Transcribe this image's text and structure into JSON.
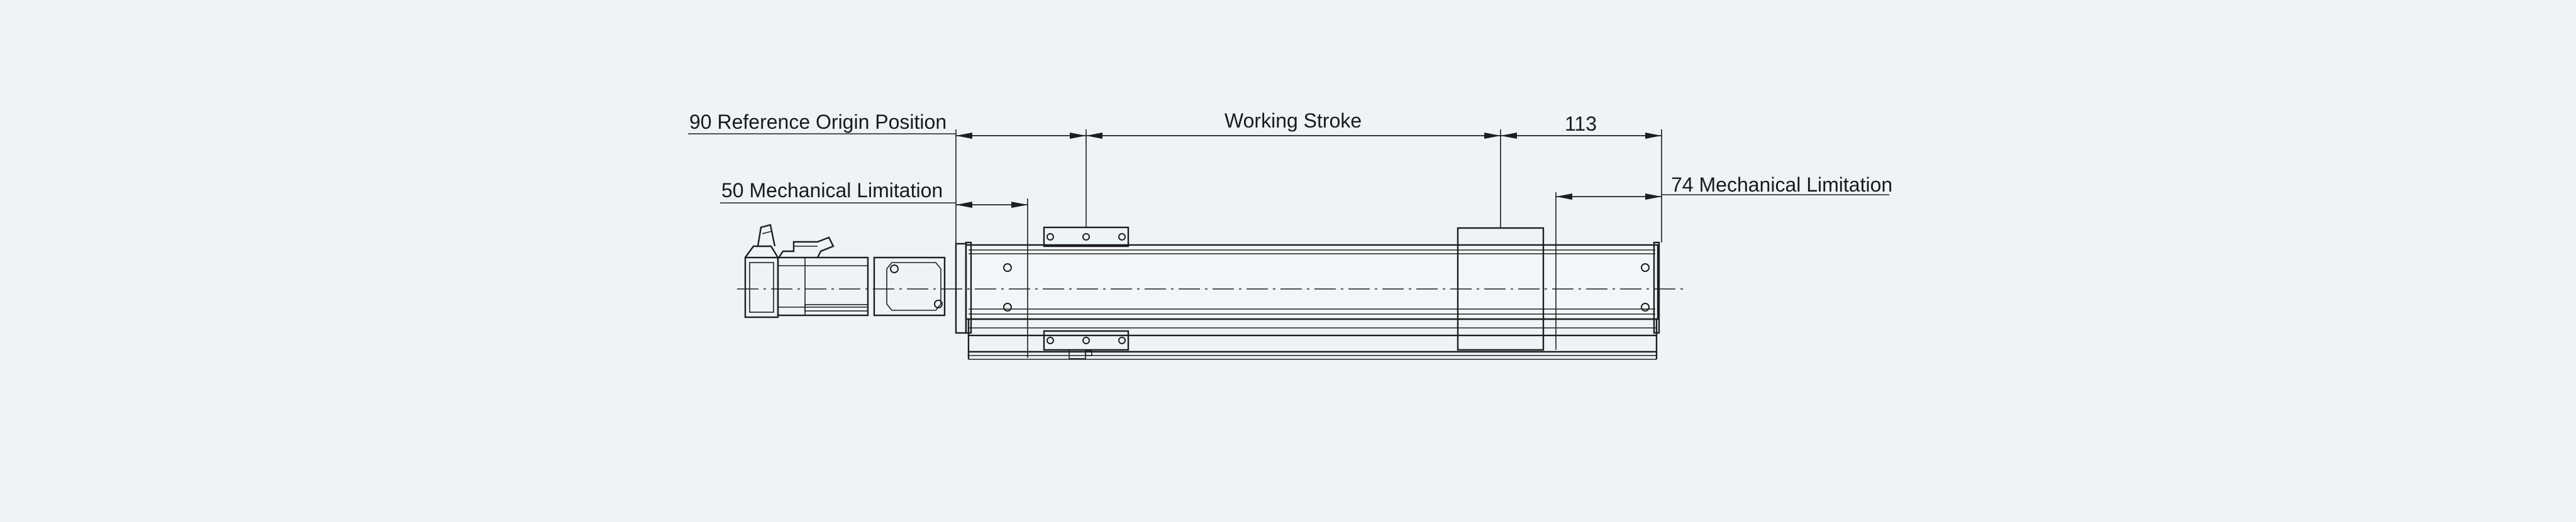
{
  "labels": {
    "reference_origin": "90 Reference Origin Position",
    "mech_limit_left": "50 Mechanical Limitation",
    "working_stroke": "Working Stroke",
    "end_length": "113",
    "mech_limit_right": "74 Mechanical Limitation"
  },
  "colors": {
    "background": "#eef3f6",
    "line": "#1e1e1e"
  }
}
